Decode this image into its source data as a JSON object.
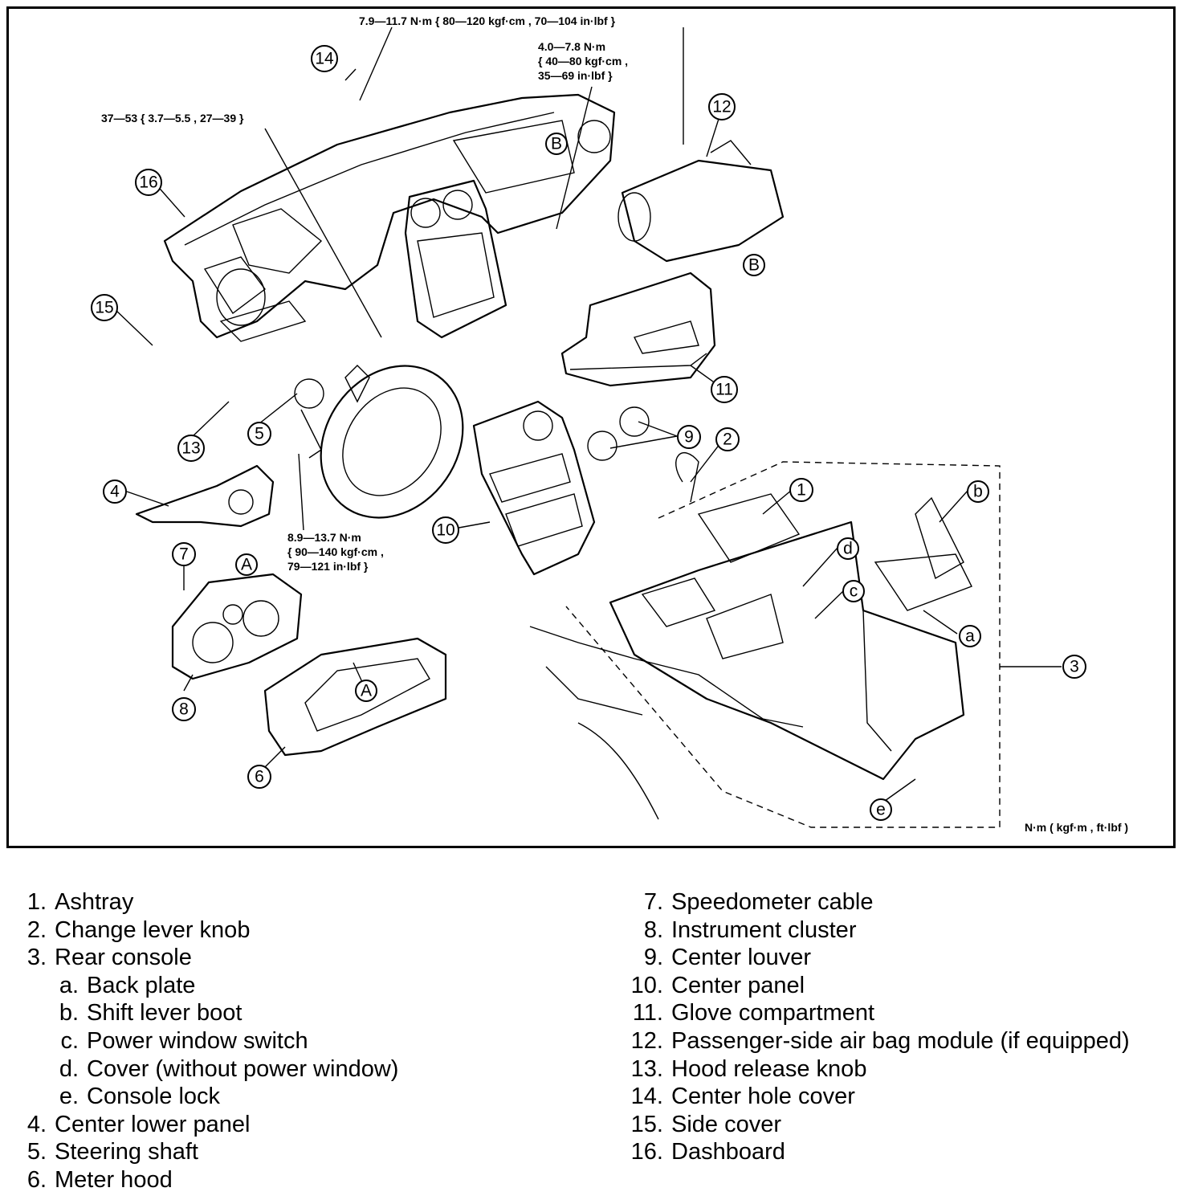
{
  "torque_notes": {
    "top": "7.9—11.7 N·m { 80—120 kgf·cm , 70—104 in·lbf }",
    "mid_line1": "4.0—7.8 N·m",
    "mid_line2": "{ 40—80 kgf·cm ,",
    "mid_line3": "35—69 in·lbf }",
    "left": "37—53 { 3.7—5.5 , 27—39 }",
    "lower_line1": "8.9—13.7 N·m",
    "lower_line2": "{ 90—140 kgf·cm ,",
    "lower_line3": "79—121 in·lbf }",
    "units": "N·m ( kgf·m , ft·lbf )"
  },
  "callouts": {
    "c1": "1",
    "c2": "2",
    "c3": "3",
    "c4": "4",
    "c5": "5",
    "c6": "6",
    "c7": "7",
    "c8": "8",
    "c9": "9",
    "c10": "10",
    "c11": "11",
    "c12": "12",
    "c13": "13",
    "c14": "14",
    "c15": "15",
    "c16": "16",
    "ca": "a",
    "cb": "b",
    "cc": "c",
    "cd": "d",
    "ce": "e",
    "cA1": "A",
    "cA2": "A",
    "cB1": "B",
    "cB2": "B"
  },
  "legend_left": [
    {
      "num": "1.",
      "label": "Ashtray"
    },
    {
      "num": "2.",
      "label": "Change lever knob"
    },
    {
      "num": "3.",
      "label": "Rear console"
    },
    {
      "num": "a.",
      "label": "Back plate"
    },
    {
      "num": "b.",
      "label": "Shift lever boot"
    },
    {
      "num": "c.",
      "label": "Power window switch"
    },
    {
      "num": "d.",
      "label": "Cover (without power window)"
    },
    {
      "num": "e.",
      "label": "Console lock"
    },
    {
      "num": "4.",
      "label": "Center lower panel"
    },
    {
      "num": "5.",
      "label": "Steering shaft"
    },
    {
      "num": "6.",
      "label": "Meter hood"
    }
  ],
  "legend_right": [
    {
      "num": "7.",
      "label": "Speedometer cable"
    },
    {
      "num": "8.",
      "label": "Instrument cluster"
    },
    {
      "num": "9.",
      "label": "Center louver"
    },
    {
      "num": "10.",
      "label": "Center panel"
    },
    {
      "num": "11.",
      "label": "Glove compartment"
    },
    {
      "num": "12.",
      "label": "Passenger-side air bag module (if equipped)"
    },
    {
      "num": "13.",
      "label": "Hood release knob"
    },
    {
      "num": "14.",
      "label": "Center hole cover"
    },
    {
      "num": "15.",
      "label": "Side cover"
    },
    {
      "num": "16.",
      "label": "Dashboard"
    }
  ]
}
